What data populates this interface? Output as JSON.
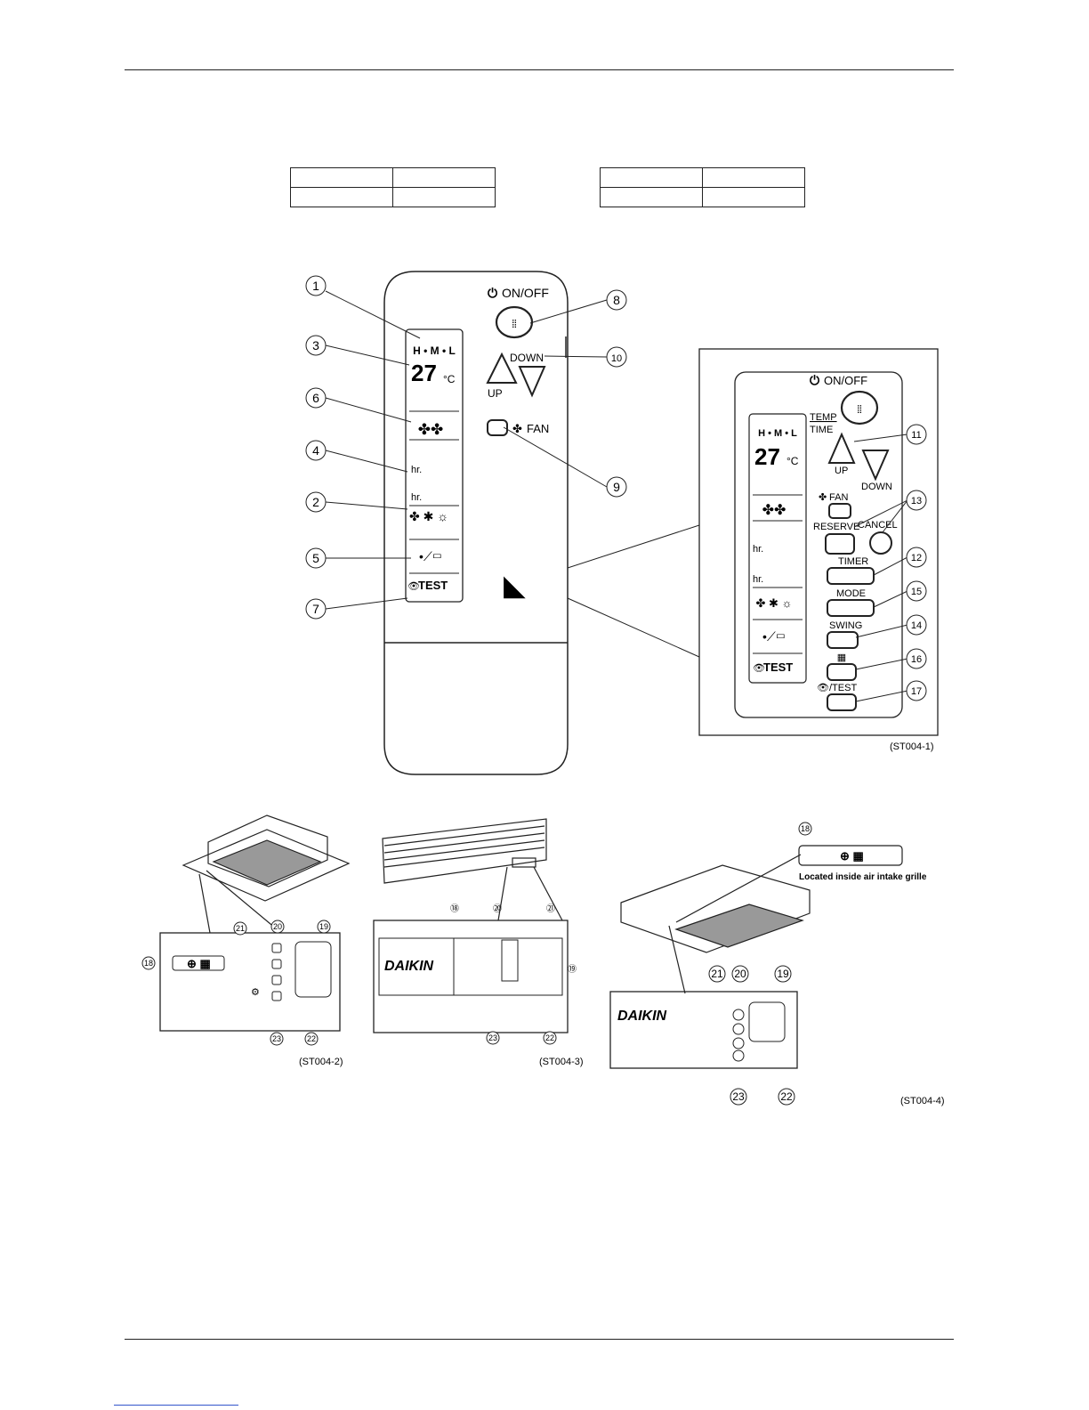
{
  "tables": [
    {
      "rows": [
        [
          "",
          ""
        ],
        [
          "",
          ""
        ]
      ]
    },
    {
      "rows": [
        [
          "",
          ""
        ],
        [
          "",
          ""
        ]
      ]
    }
  ],
  "remote": {
    "on_off": "ON/OFF",
    "up": "UP",
    "down": "DOWN",
    "fan": "FAN",
    "fan_levels": "H • M • L",
    "temp_digits": "27",
    "temp_unit": "°C",
    "hr": "hr.",
    "test": "TEST"
  },
  "enlarged": {
    "on_off": "ON/OFF",
    "temp": "TEMP",
    "time": "TIME",
    "up": "UP",
    "down": "DOWN",
    "fan": "FAN",
    "reserve": "RESERVE",
    "cancel": "CANCEL",
    "timer": "TIMER",
    "mode": "MODE",
    "swing": "SWING",
    "test": "/TEST",
    "lcd_test": "TEST",
    "caption": "(ST004-1)"
  },
  "callouts": [
    "1",
    "2",
    "3",
    "4",
    "5",
    "6",
    "7",
    "8",
    "9",
    "10",
    "11",
    "12",
    "13",
    "14",
    "15",
    "16",
    "17",
    "18",
    "19",
    "20",
    "21",
    "22",
    "23"
  ],
  "units": {
    "brand": "DAIKIN",
    "note": "Located inside air intake grille",
    "caption_2": "(ST004-2)",
    "caption_3": "(ST004-3)",
    "caption_4": "(ST004-4)"
  }
}
